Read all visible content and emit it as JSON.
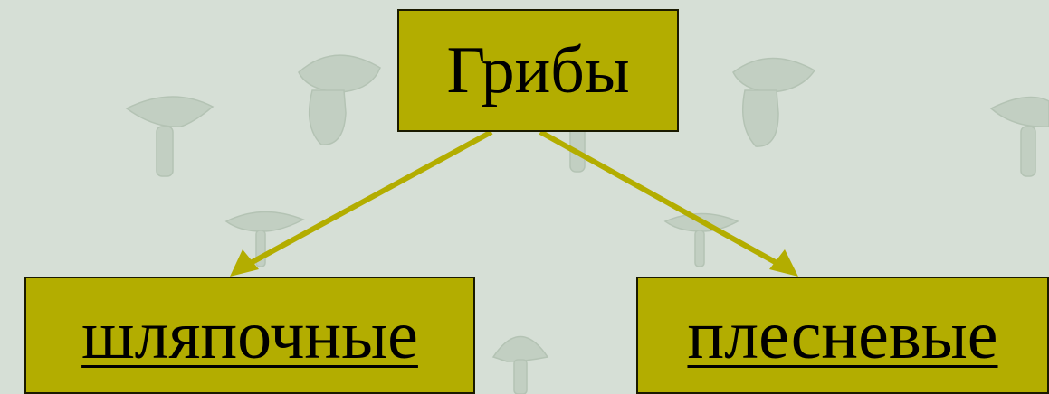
{
  "diagram": {
    "root": {
      "label": "Грибы"
    },
    "children": [
      {
        "label": "шляпочные"
      },
      {
        "label": "плесневые"
      }
    ]
  },
  "colors": {
    "background": "#d6dfd6",
    "box_fill": "#b3ad00",
    "arrow": "#b3ad00",
    "mushroom_watermark": "#b9c8b9"
  },
  "background_pattern": "mushroom-watermark"
}
